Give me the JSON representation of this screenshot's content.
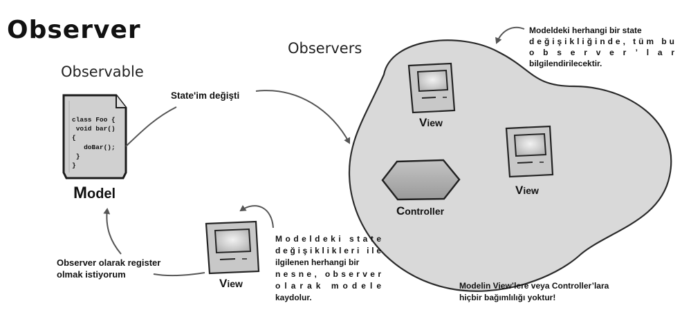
{
  "title": "Observer",
  "labels": {
    "observable": "Observable",
    "observers": "Observers"
  },
  "model": {
    "code": [
      "class Foo {",
      " void bar()",
      "{",
      "   doBar();",
      " }",
      "}"
    ],
    "name_initial": "M",
    "name_rest": "odel"
  },
  "arrow_notes": {
    "state_changed": "State'im değişti",
    "register": [
      "Observer olarak register",
      "olmak istiyorum"
    ]
  },
  "observers_group": {
    "view_top": {
      "initial": "V",
      "rest": "iew"
    },
    "view_right": {
      "initial": "V",
      "rest": "iew"
    },
    "controller": {
      "initial": "C",
      "rest": "ontroller"
    }
  },
  "new_view": {
    "initial": "V",
    "rest": "iew"
  },
  "notes": {
    "top_right": [
      "Modeldeki herhangi bir state",
      "değişikliğinde, tüm bu",
      "observer’lar",
      "bilgilendirilecektir."
    ],
    "middle": [
      "Modeldeki state",
      "değişiklikleri ile",
      "ilgilenen herhangi bir",
      "nesne, observer",
      "olarak modele",
      "kaydolur."
    ],
    "bottom_right": [
      "Modelin View’lere veya Controller’lara",
      "hiçbir bağımlılığı yoktur!"
    ]
  },
  "colors": {
    "blob_fill": "#d9d9d9",
    "computer_fill": "#c8c8c8",
    "outline": "#2a2a2a",
    "arrow": "#555555"
  }
}
